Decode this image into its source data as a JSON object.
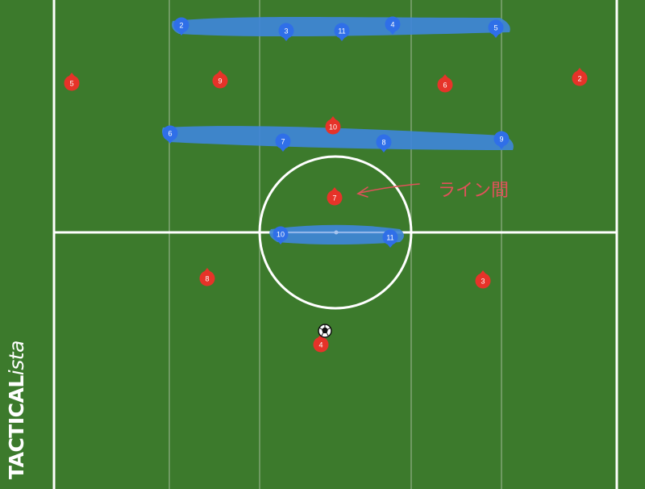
{
  "colors": {
    "grass": "#3c7a2c",
    "stripe_line": "#6f9a62",
    "pitch_lines": "#ffffff",
    "red_team": "#e63329",
    "blue_team": "#2f6fe8",
    "blue_band": "#3f86d8",
    "annotation": "#e0525a"
  },
  "annotation": {
    "text": "ライン間"
  },
  "watermark": {
    "brand": "TACTICAL",
    "suffix": "ista"
  },
  "ball_icon": "soccer-ball-icon",
  "red_players": [
    "5",
    "9",
    "6",
    "2",
    "10",
    "7",
    "8",
    "3",
    "4"
  ],
  "blue_players": [
    "2",
    "3",
    "11",
    "4",
    "5",
    "6",
    "7",
    "8",
    "9",
    "10",
    "11"
  ]
}
